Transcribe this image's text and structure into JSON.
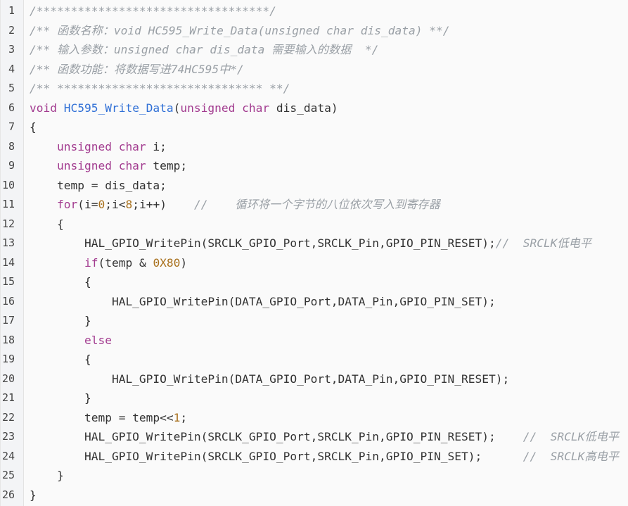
{
  "editor": {
    "lines": [
      {
        "num": "1",
        "tokens": [
          {
            "text": "/**********************************/",
            "cls": "c"
          }
        ]
      },
      {
        "num": "2",
        "tokens": [
          {
            "text": "/** 函数名称：void HC595_Write_Data(unsigned char dis_data) **/",
            "cls": "c"
          }
        ]
      },
      {
        "num": "3",
        "tokens": [
          {
            "text": "/** 输入参数：unsigned char dis_data 需要输入的数据  */",
            "cls": "c"
          }
        ]
      },
      {
        "num": "4",
        "tokens": [
          {
            "text": "/** 函数功能：将数据写进74HC595中*/",
            "cls": "c"
          }
        ]
      },
      {
        "num": "5",
        "tokens": [
          {
            "text": "/** ****************************** **/",
            "cls": "c"
          }
        ]
      },
      {
        "num": "6",
        "tokens": [
          {
            "text": "void ",
            "cls": "k"
          },
          {
            "text": "HC595_Write_Data",
            "cls": "f"
          },
          {
            "text": "(",
            "cls": "t"
          },
          {
            "text": "unsigned char",
            "cls": "k"
          },
          {
            "text": " dis_data)",
            "cls": "t"
          }
        ]
      },
      {
        "num": "7",
        "tokens": [
          {
            "text": "{",
            "cls": "t"
          }
        ]
      },
      {
        "num": "8",
        "tokens": [
          {
            "text": "    ",
            "cls": "t"
          },
          {
            "text": "unsigned char",
            "cls": "k"
          },
          {
            "text": " i;",
            "cls": "t"
          }
        ]
      },
      {
        "num": "9",
        "tokens": [
          {
            "text": "    ",
            "cls": "t"
          },
          {
            "text": "unsigned char",
            "cls": "k"
          },
          {
            "text": " temp;",
            "cls": "t"
          }
        ]
      },
      {
        "num": "10",
        "tokens": [
          {
            "text": "    temp = dis_data;",
            "cls": "t"
          }
        ]
      },
      {
        "num": "11",
        "tokens": [
          {
            "text": "    ",
            "cls": "t"
          },
          {
            "text": "for",
            "cls": "k"
          },
          {
            "text": "(i=",
            "cls": "t"
          },
          {
            "text": "0",
            "cls": "n"
          },
          {
            "text": ";i<",
            "cls": "t"
          },
          {
            "text": "8",
            "cls": "n"
          },
          {
            "text": ";i++)    ",
            "cls": "t"
          },
          {
            "text": "//    循环将一个字节的八位依次写入到寄存器",
            "cls": "c"
          }
        ]
      },
      {
        "num": "12",
        "tokens": [
          {
            "text": "    {",
            "cls": "t"
          }
        ]
      },
      {
        "num": "13",
        "tokens": [
          {
            "text": "        HAL_GPIO_WritePin(SRCLK_GPIO_Port,SRCLK_Pin,GPIO_PIN_RESET);",
            "cls": "t"
          },
          {
            "text": "//  SRCLK低电平",
            "cls": "c"
          }
        ]
      },
      {
        "num": "14",
        "tokens": [
          {
            "text": "        ",
            "cls": "t"
          },
          {
            "text": "if",
            "cls": "k"
          },
          {
            "text": "(temp & ",
            "cls": "t"
          },
          {
            "text": "0X80",
            "cls": "n"
          },
          {
            "text": ")",
            "cls": "t"
          }
        ]
      },
      {
        "num": "15",
        "tokens": [
          {
            "text": "        {",
            "cls": "t"
          }
        ]
      },
      {
        "num": "16",
        "tokens": [
          {
            "text": "            HAL_GPIO_WritePin(DATA_GPIO_Port,DATA_Pin,GPIO_PIN_SET);",
            "cls": "t"
          }
        ]
      },
      {
        "num": "17",
        "tokens": [
          {
            "text": "        }",
            "cls": "t"
          }
        ]
      },
      {
        "num": "18",
        "tokens": [
          {
            "text": "        ",
            "cls": "t"
          },
          {
            "text": "else",
            "cls": "k"
          }
        ]
      },
      {
        "num": "19",
        "tokens": [
          {
            "text": "        {",
            "cls": "t"
          }
        ]
      },
      {
        "num": "20",
        "tokens": [
          {
            "text": "            HAL_GPIO_WritePin(DATA_GPIO_Port,DATA_Pin,GPIO_PIN_RESET);",
            "cls": "t"
          }
        ]
      },
      {
        "num": "21",
        "tokens": [
          {
            "text": "        }",
            "cls": "t"
          }
        ]
      },
      {
        "num": "22",
        "tokens": [
          {
            "text": "        temp = temp<<",
            "cls": "t"
          },
          {
            "text": "1",
            "cls": "n"
          },
          {
            "text": ";",
            "cls": "t"
          }
        ]
      },
      {
        "num": "23",
        "tokens": [
          {
            "text": "        HAL_GPIO_WritePin(SRCLK_GPIO_Port,SRCLK_Pin,GPIO_PIN_RESET);    ",
            "cls": "t"
          },
          {
            "text": "//  SRCLK低电平",
            "cls": "c"
          }
        ]
      },
      {
        "num": "24",
        "tokens": [
          {
            "text": "        HAL_GPIO_WritePin(SRCLK_GPIO_Port,SRCLK_Pin,GPIO_PIN_SET);      ",
            "cls": "t"
          },
          {
            "text": "//  SRCLK高电平",
            "cls": "c"
          }
        ]
      },
      {
        "num": "25",
        "tokens": [
          {
            "text": "    }",
            "cls": "t"
          }
        ]
      },
      {
        "num": "26",
        "tokens": [
          {
            "text": "}",
            "cls": "t"
          }
        ]
      }
    ]
  },
  "colors": {
    "comment": "#9aa0a6",
    "keyword": "#a23b8f",
    "function": "#2f6fd6",
    "number": "#a8701c",
    "text": "#333333"
  }
}
